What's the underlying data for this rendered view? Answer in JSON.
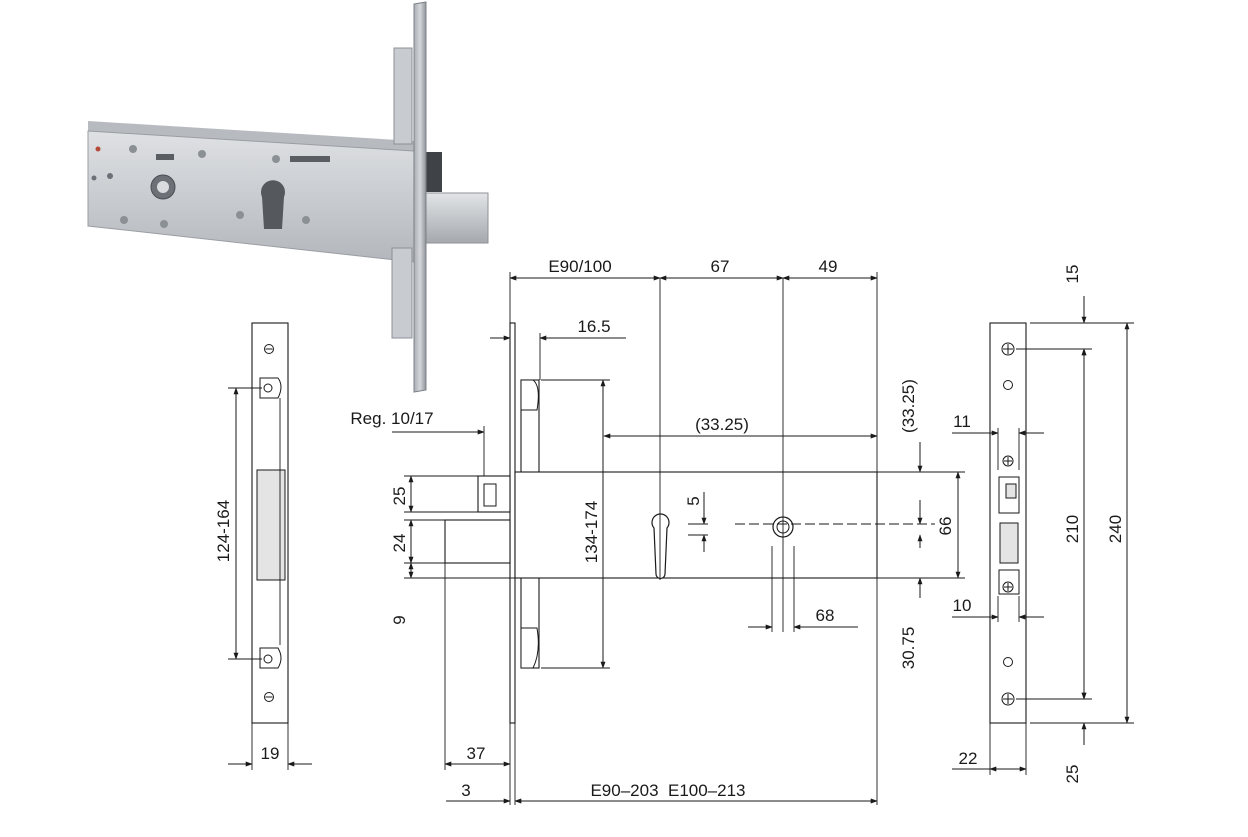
{
  "colors": {
    "line": "#1a1a1a",
    "metal_light": "#d7d9dc",
    "metal_mid": "#b9bdc2",
    "metal_dark": "#8e9399",
    "part_fill": "#ffffff",
    "shade": "#e6e6e6"
  },
  "icons": {
    "screw": "cross-screw-icon",
    "hole": "round-hole-icon",
    "cylinder_hole": "euro-cylinder-cutout-icon",
    "arrow": "dimension-arrow-icon"
  },
  "left_view": {
    "length_range": "124-164",
    "width": "19"
  },
  "center_view": {
    "backset": "E90/100",
    "center_distance": "67",
    "right_offset": "49",
    "faceplate_offset": "16.5",
    "regulation": "Reg. 10/17",
    "half_spacing_h": "(33.25)",
    "half_spacing_v": "(33.25)",
    "latch_height": "25",
    "bolt_height": "24",
    "bolt_gap": "9",
    "stroke_range": "134-174",
    "cylinder_offset": "5",
    "case_height": "66",
    "spindle_distance": "68",
    "lower_offset": "30.75",
    "bolt_throw": "37",
    "faceplate_thickness": "3",
    "overall_length": "E90–203  E100–213"
  },
  "right_view": {
    "top_margin": "15",
    "slot_width": "11",
    "slot_width_lower": "10",
    "fixing_distance": "210",
    "plate_length": "240",
    "plate_width": "22",
    "bottom_margin": "25"
  }
}
